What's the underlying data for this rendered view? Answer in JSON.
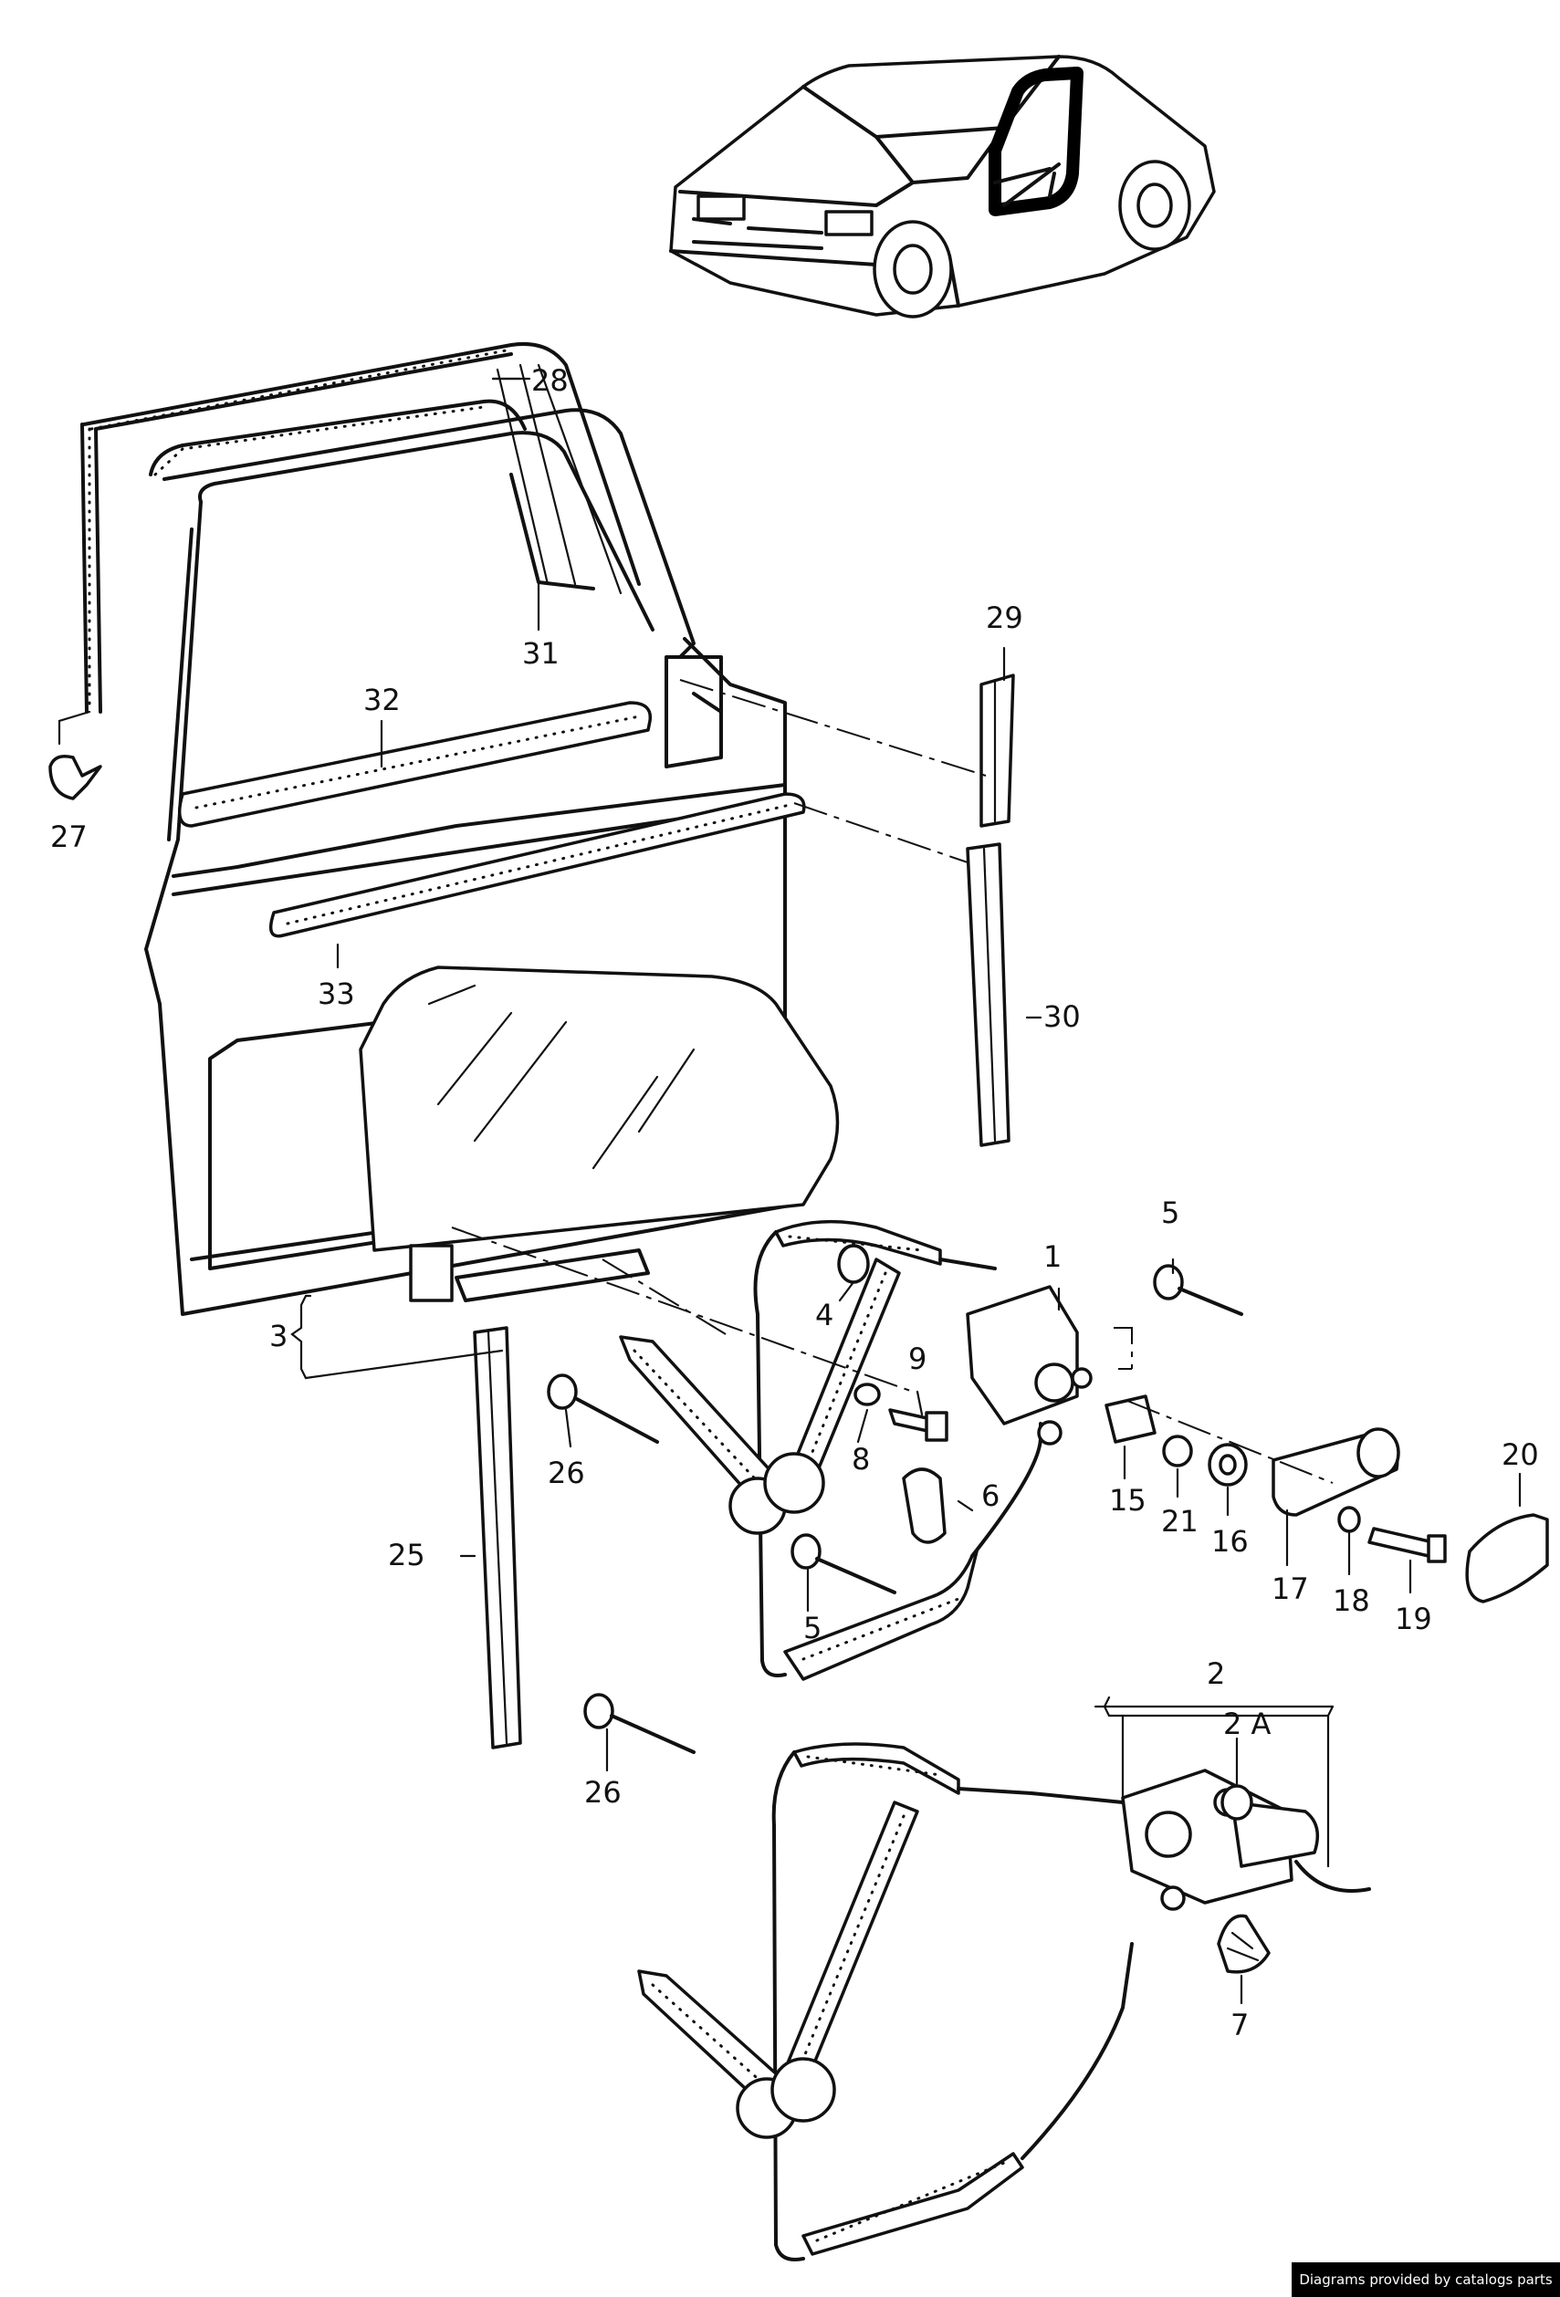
{
  "labels": {
    "l1": "1",
    "l2": "2",
    "l2a": "2 A",
    "l3": "3",
    "l4": "4",
    "l5a": "5",
    "l5b": "5",
    "l6": "6",
    "l7": "7",
    "l8": "8",
    "l9": "9",
    "l15": "15",
    "l16": "16",
    "l17": "17",
    "l18": "18",
    "l19": "19",
    "l20": "20",
    "l21": "21",
    "l25": "25",
    "l26a": "26",
    "l26b": "26",
    "l27": "27",
    "l28": "28",
    "l29": "29",
    "l30": "30",
    "l31": "31",
    "l32": "32",
    "l33": "33"
  },
  "credit": "Diagrams provided by catalogs parts"
}
